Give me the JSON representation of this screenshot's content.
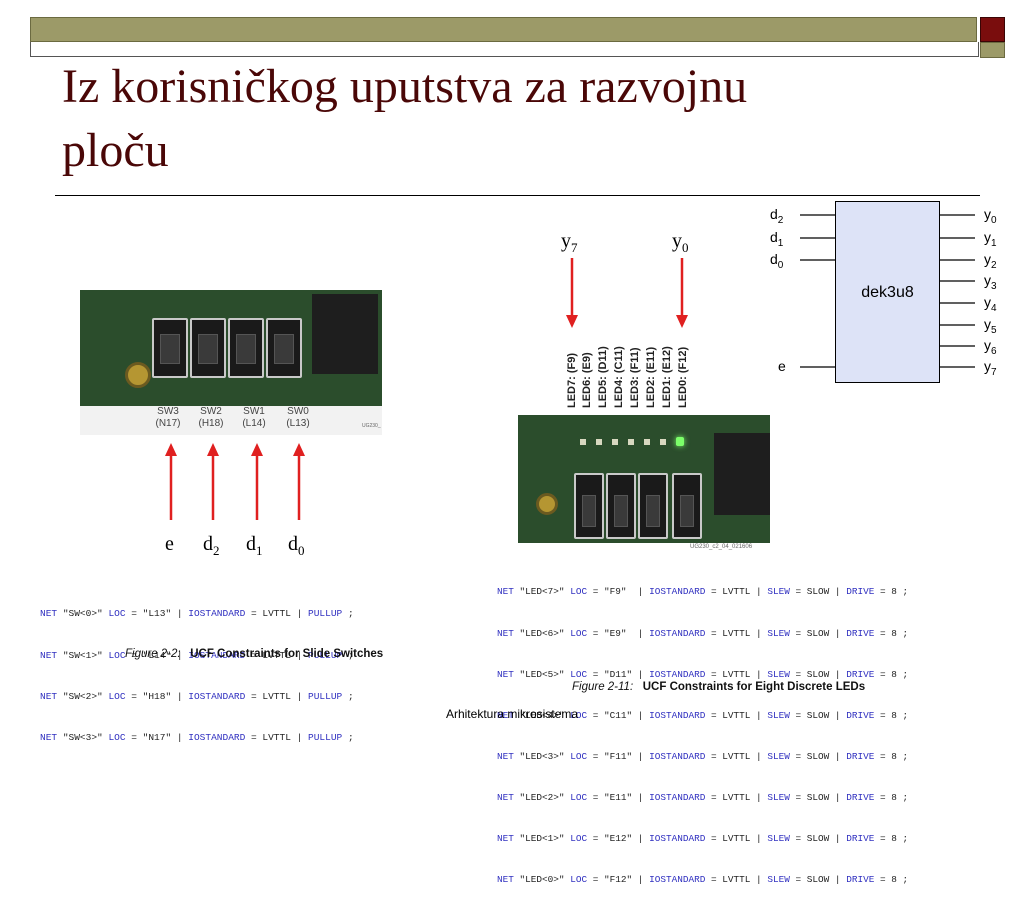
{
  "slide": {
    "title_line1": "Iz korisničkog uputstva za razvojnu",
    "title_line2": "ploču",
    "footer": "Arhitektura mikrosistema"
  },
  "colors": {
    "title": "#4a0707",
    "accent_bar": "#9c9a68",
    "accent_square": "#7a0d0d",
    "arrow": "#e02020",
    "decoder_fill": "#dde3f7"
  },
  "switches": {
    "labels": [
      {
        "name": "SW3",
        "pin": "(N17)"
      },
      {
        "name": "SW2",
        "pin": "(H18)"
      },
      {
        "name": "SW1",
        "pin": "(L14)"
      },
      {
        "name": "SW0",
        "pin": "(L13)"
      }
    ],
    "photo_id": "UG230_",
    "signals": [
      {
        "base": "e",
        "sub": ""
      },
      {
        "base": "d",
        "sub": "2"
      },
      {
        "base": "d",
        "sub": "1"
      },
      {
        "base": "d",
        "sub": "0"
      }
    ],
    "ucf_caption_num": "Figure 2-2:",
    "ucf_caption_text": "UCF Constraints for Slide Switches"
  },
  "leds": {
    "labels": [
      "LED7: (F9)",
      "LED6: (E9)",
      "LED5: (D11)",
      "LED4: (C11)",
      "LED3: (F11)",
      "LED2: (E11)",
      "LED1: (E12)",
      "LED0: (F12)"
    ],
    "signal_left": {
      "base": "y",
      "sub": "7"
    },
    "signal_right": {
      "base": "y",
      "sub": "0"
    },
    "photo_id": "UG230_c2_04_021606",
    "ucf_caption_num": "Figure 2-11:",
    "ucf_caption_text": "UCF Constraints for Eight Discrete LEDs"
  },
  "decoder": {
    "name": "dek3u8",
    "inputs": [
      {
        "base": "d",
        "sub": "2"
      },
      {
        "base": "d",
        "sub": "1"
      },
      {
        "base": "d",
        "sub": "0"
      },
      {
        "base": "e",
        "sub": ""
      }
    ],
    "outputs": [
      {
        "base": "y",
        "sub": "0"
      },
      {
        "base": "y",
        "sub": "1"
      },
      {
        "base": "y",
        "sub": "2"
      },
      {
        "base": "y",
        "sub": "3"
      },
      {
        "base": "y",
        "sub": "4"
      },
      {
        "base": "y",
        "sub": "5"
      },
      {
        "base": "y",
        "sub": "6"
      },
      {
        "base": "y",
        "sub": "7"
      }
    ]
  },
  "ucf_switches": [
    {
      "net": "\"SW<0>\"",
      "loc": "\"L13\""
    },
    {
      "net": "\"SW<1>\"",
      "loc": "\"L14\""
    },
    {
      "net": "\"SW<2>\"",
      "loc": "\"H18\""
    },
    {
      "net": "\"SW<3>\"",
      "loc": "\"N17\""
    }
  ],
  "ucf_switch_tokens": {
    "net": "NET",
    "loc": "LOC",
    "eq": "=",
    "bar": "|",
    "iostd": "IOSTANDARD",
    "lvttl": "LVTTL",
    "pullup": "PULLUP",
    "semi": ";"
  },
  "ucf_leds": [
    {
      "net": "\"LED<7>\"",
      "loc": "\"F9\""
    },
    {
      "net": "\"LED<6>\"",
      "loc": "\"E9\""
    },
    {
      "net": "\"LED<5>\"",
      "loc": "\"D11\""
    },
    {
      "net": "\"LED<4>\"",
      "loc": "\"C11\""
    },
    {
      "net": "\"LED<3>\"",
      "loc": "\"F11\""
    },
    {
      "net": "\"LED<2>\"",
      "loc": "\"E11\""
    },
    {
      "net": "\"LED<1>\"",
      "loc": "\"E12\""
    },
    {
      "net": "\"LED<0>\"",
      "loc": "\"F12\""
    }
  ],
  "ucf_led_tokens": {
    "slew": "SLEW",
    "slow": "SLOW",
    "drive": "DRIVE",
    "eight": "8"
  }
}
